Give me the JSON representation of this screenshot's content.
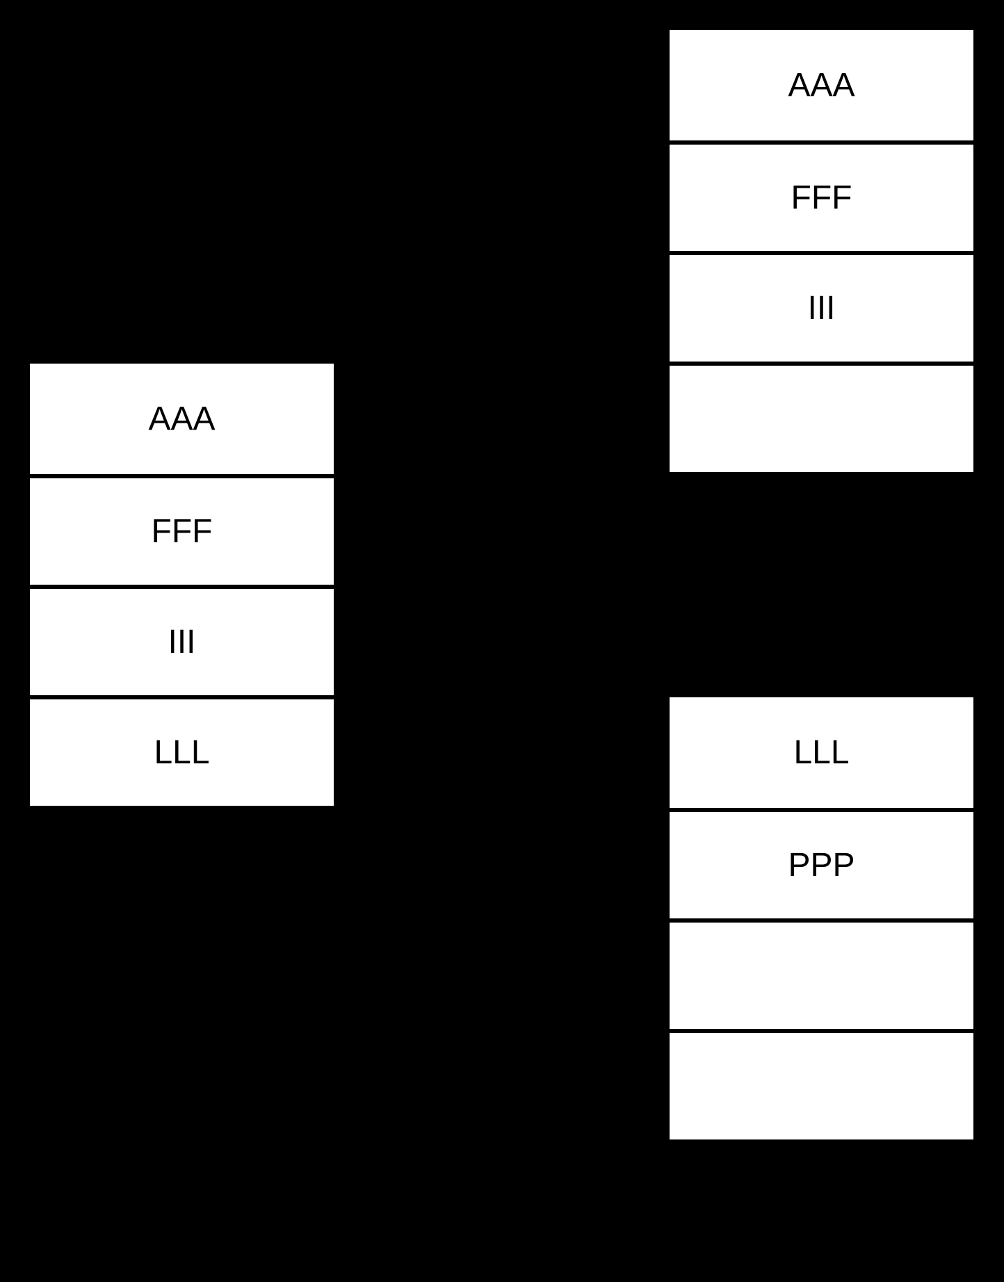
{
  "diagram": {
    "background_color": "#000000",
    "node_fill_color": "#ffffff",
    "node_text_color": "#000000",
    "separator_color": "#000000",
    "nodes": {
      "left": {
        "cells": [
          "AAA",
          "FFF",
          "III",
          "LLL"
        ]
      },
      "right_top": {
        "cells": [
          "AAA",
          "FFF",
          "III",
          ""
        ]
      },
      "right_bottom": {
        "cells": [
          "LLL",
          "PPP",
          "",
          ""
        ]
      }
    }
  }
}
